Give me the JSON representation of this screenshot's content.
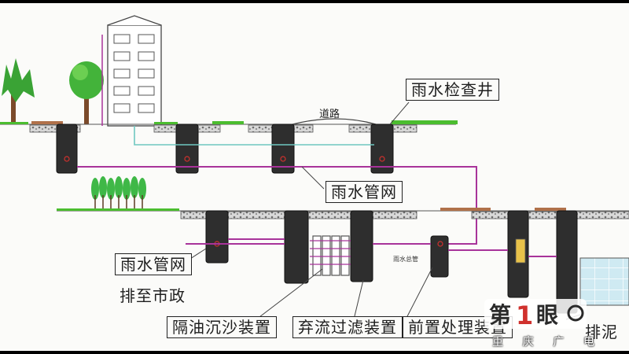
{
  "labels": {
    "inspection_well": "雨水检查井",
    "road": "道路",
    "pipe_network_upper": "雨水管网",
    "pipe_network_lower": "雨水管网",
    "discharge": "排至市政",
    "oil_sand_device": "隔油沉沙装置",
    "filter_device": "弃流过滤装置",
    "pretreatment_device": "前置处理装置",
    "sludge_label": "排泥",
    "main_pipe": "雨水总管"
  },
  "watermark": {
    "logo_text": "第1眼",
    "station_chars": [
      "重",
      "庆",
      "广",
      "电"
    ]
  },
  "colors": {
    "pipe_purple": "#a8339a",
    "pipe_cyan": "#6fc7c0",
    "grass_green": "#4bbd2f",
    "tank_dark": "#2a2a2a",
    "accent_red": "#d0312d",
    "water_blue": "#bfe6f0"
  }
}
